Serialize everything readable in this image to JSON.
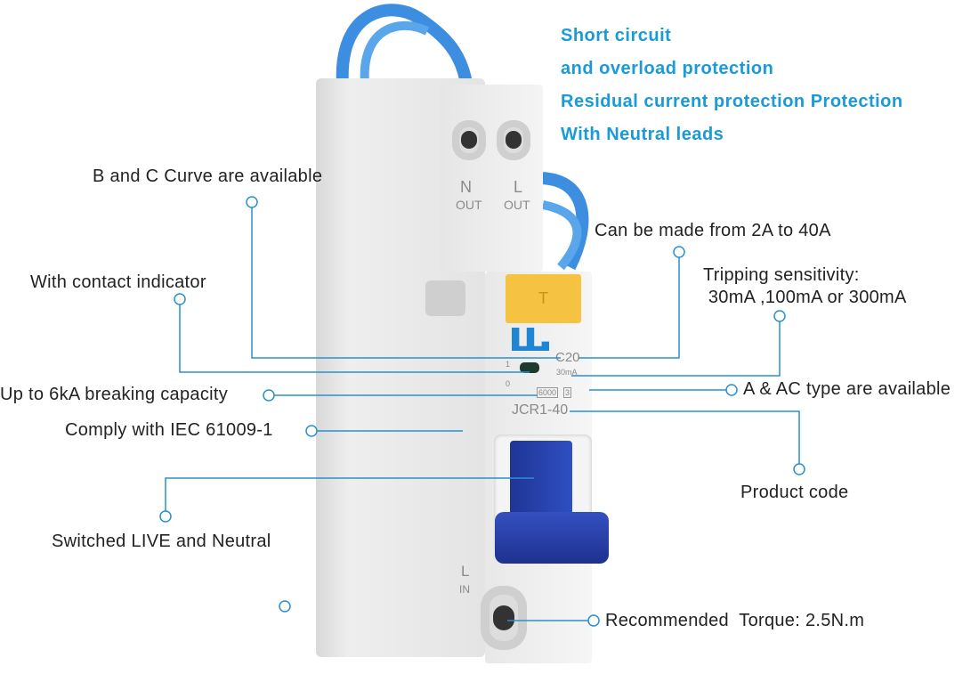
{
  "headline": [
    "Short circuit",
    "and overload protection",
    "Residual current protection Protection",
    "With Neutral leads"
  ],
  "annotations": {
    "curve": "B and C Curve are available",
    "range": "Can be made from  2A to 40A",
    "indicator": "With contact indicator",
    "tripping_1": "Tripping sensitivity:",
    "tripping_2": " 30mA ,100mA or 300mA",
    "breaking": "Up to 6kA breaking capacity",
    "type": "A & AC type are available",
    "iec": "Comply with IEC 61009-1",
    "code": "Product code",
    "switched": "Switched LIVE and Neutral",
    "torque": "Recommended  Torque: 2.5N.m"
  },
  "device": {
    "n_label": "N",
    "n_out": "OUT",
    "l_label": "L",
    "l_out": "OUT",
    "rating": "C20",
    "sensitivity": "30mA",
    "capacity": "6000",
    "class": "3",
    "model": "JCR1-40",
    "on": "1",
    "off": "0",
    "in_label": "L",
    "in_sub": "IN",
    "test": "T"
  },
  "colors": {
    "accent": "#1a9ad8",
    "line": "#2a90d0",
    "handle": "#2b45b0",
    "test_button": "#f5c242",
    "wire": "#3d8ee0"
  }
}
